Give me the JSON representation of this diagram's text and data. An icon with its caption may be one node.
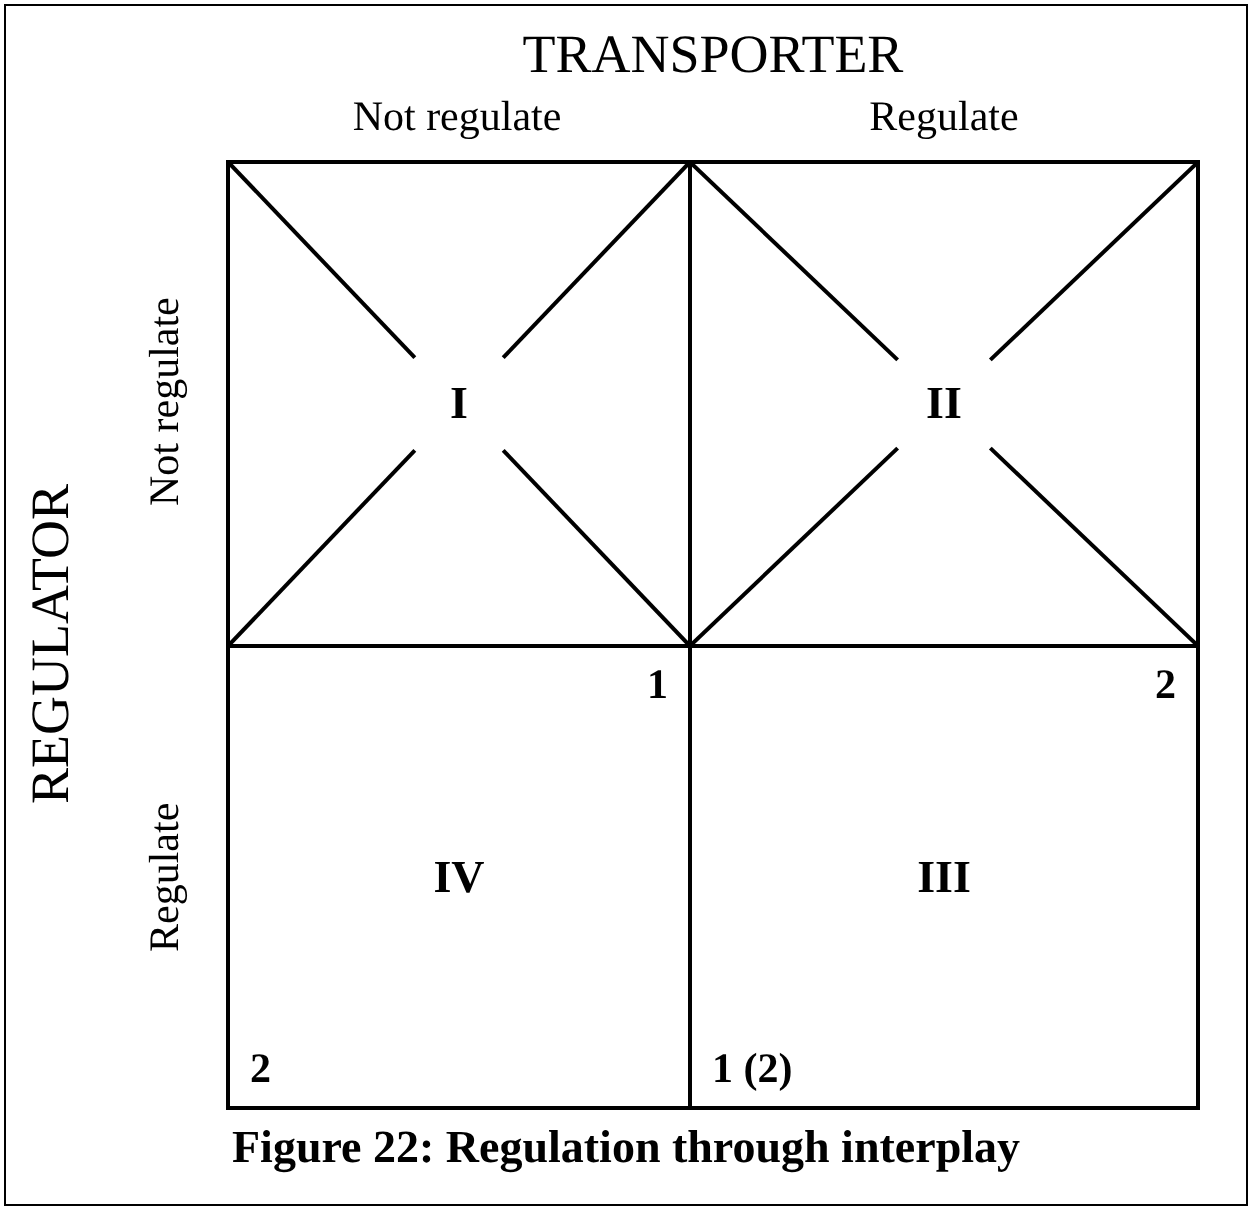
{
  "diagram": {
    "caption": "Figure 22: Regulation through interplay",
    "nodes": [
      {
        "text": [
          "I"
        ]
      },
      {
        "text": [
          "II"
        ]
      },
      {
        "text": [
          "IV",
          "1",
          "2"
        ]
      },
      {
        "text": [
          "III",
          "2",
          "1 (2)"
        ]
      }
    ],
    "labels": [
      "TRANSPORTER",
      "Not regulate",
      "Regulate",
      "REGULATOR",
      "Not regulate",
      "Regulate"
    ]
  }
}
